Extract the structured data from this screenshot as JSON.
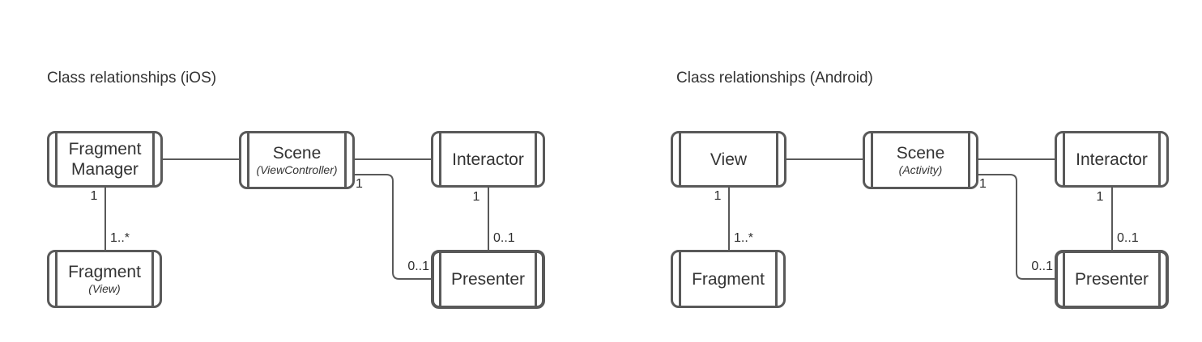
{
  "colors": {
    "stroke": "#595959",
    "text": "#333333",
    "background": "#ffffff"
  },
  "diagrams": [
    {
      "id": "ios",
      "title": "Class relationships (iOS)",
      "boxes": {
        "manager": {
          "label": "Fragment Manager"
        },
        "scene": {
          "label": "Scene",
          "sublabel": "(ViewController)"
        },
        "interactor": {
          "label": "Interactor"
        },
        "fragment": {
          "label": "Fragment",
          "sublabel": "(View)"
        },
        "presenter": {
          "label": "Presenter"
        }
      },
      "multiplicities": {
        "manager_bottom": "1",
        "fragment_top": "1..*",
        "scene_right": "1",
        "interactor_bottom": "1",
        "presenter_top": "0..1",
        "presenter_left": "0..1"
      }
    },
    {
      "id": "android",
      "title": "Class relationships (Android)",
      "boxes": {
        "manager": {
          "label": "View"
        },
        "scene": {
          "label": "Scene",
          "sublabel": "(Activity)"
        },
        "interactor": {
          "label": "Interactor"
        },
        "fragment": {
          "label": "Fragment"
        },
        "presenter": {
          "label": "Presenter"
        }
      },
      "multiplicities": {
        "manager_bottom": "1",
        "fragment_top": "1..*",
        "scene_right": "1",
        "interactor_bottom": "1",
        "presenter_top": "0..1",
        "presenter_left": "0..1"
      }
    }
  ]
}
